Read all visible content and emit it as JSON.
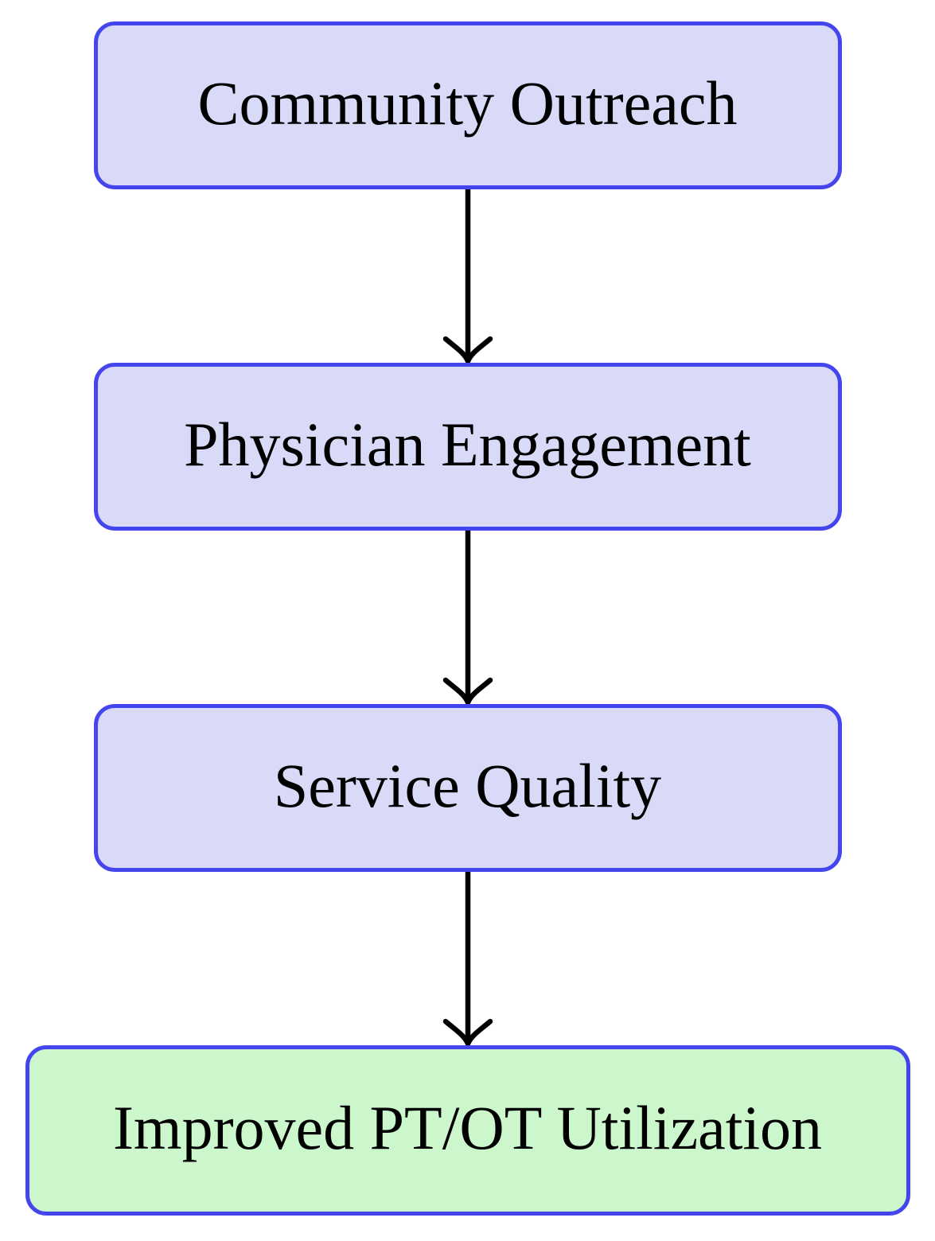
{
  "diagram": {
    "type": "flowchart",
    "direction": "top-down",
    "background_color": "#ffffff",
    "node_border_color": "#4545ee",
    "node_fill_default": "#d9d9f8",
    "node_fill_final": "#ccf6cc",
    "arrow_color": "#000000",
    "text_color": "#000000",
    "nodes": [
      {
        "id": "community-outreach",
        "label": "Community Outreach",
        "fill": "#d9d9f8"
      },
      {
        "id": "physician-engagement",
        "label": "Physician Engagement",
        "fill": "#d9d9f8"
      },
      {
        "id": "service-quality",
        "label": "Service Quality",
        "fill": "#d9d9f8"
      },
      {
        "id": "improved-pt-ot-utilization",
        "label": "Improved PT/OT Utilization",
        "fill": "#ccf6cc"
      }
    ],
    "edges": [
      {
        "from": "community-outreach",
        "to": "physician-engagement"
      },
      {
        "from": "physician-engagement",
        "to": "service-quality"
      },
      {
        "from": "service-quality",
        "to": "improved-pt-ot-utilization"
      }
    ]
  }
}
